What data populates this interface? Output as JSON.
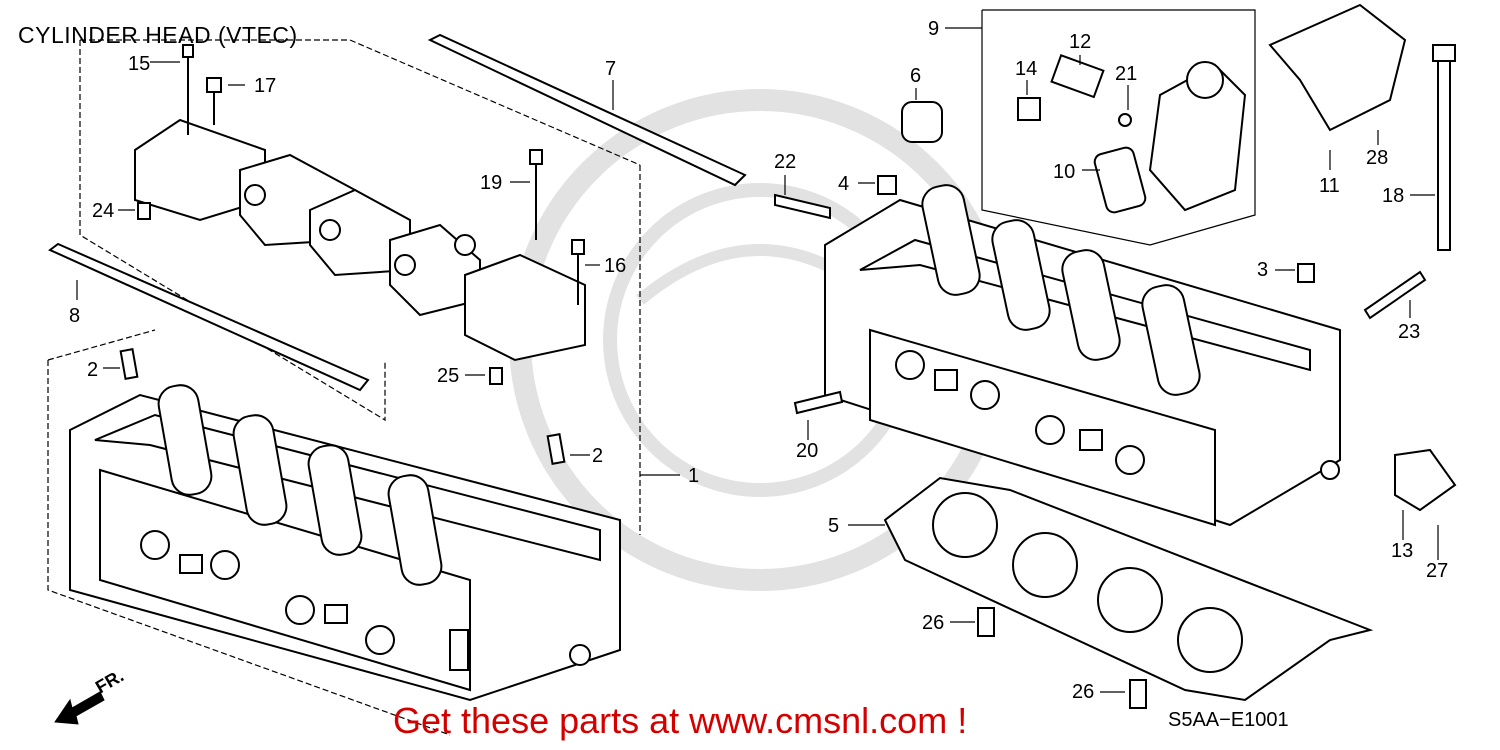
{
  "diagram": {
    "title": "CYLINDER HEAD (VTEC)",
    "diagram_code": "S5AA−E1001",
    "front_marker": "FR.",
    "promo_text": "Get these parts at www.cmsnl.com !",
    "promo_color": "#d40000",
    "callouts": [
      "1",
      "2",
      "2",
      "3",
      "4",
      "5",
      "6",
      "7",
      "8",
      "9",
      "10",
      "11",
      "12",
      "13",
      "14",
      "15",
      "16",
      "17",
      "18",
      "19",
      "20",
      "21",
      "22",
      "23",
      "24",
      "25",
      "26",
      "26",
      "27",
      "28"
    ]
  }
}
